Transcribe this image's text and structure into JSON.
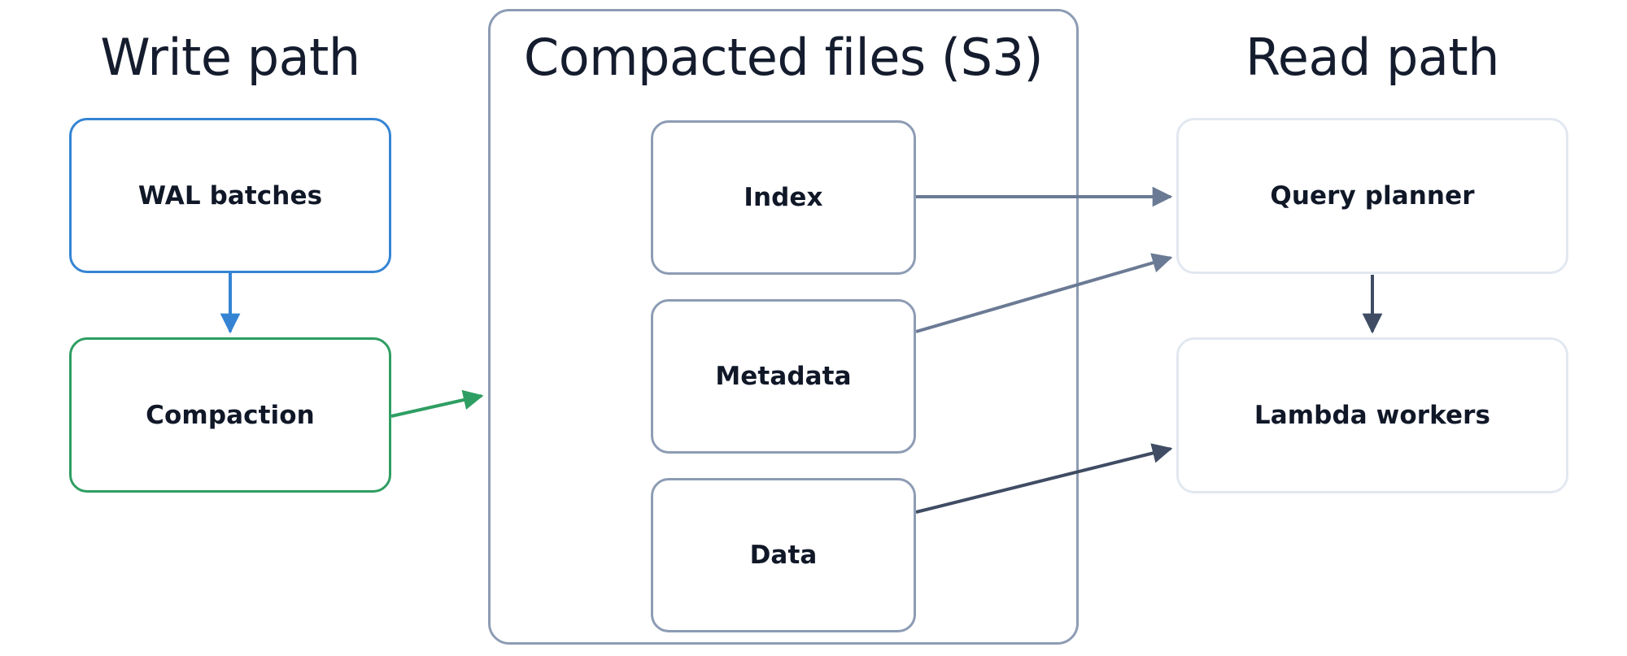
{
  "diagram": {
    "title_write_path": "Write path",
    "title_compacted_files": "Compacted files (S3)",
    "title_read_path": "Read path",
    "colors": {
      "write_wal_border": "#3584d4",
      "write_compaction_border": "#2e9e62",
      "s3_border": "#8d9cb4",
      "read_box_border": "#e2e8f0",
      "arrow_wal_to_compaction": "#3584d4",
      "arrow_compaction_to_s3": "#2e9e62",
      "arrow_s3_to_read": "#6b7a94",
      "arrow_planner_to_lambda": "#3f4c63",
      "label_text": "#101828",
      "title_text": "#141c2e",
      "background": "#ffffff"
    },
    "nodes": [
      {
        "id": "wal",
        "label": "WAL batches",
        "group": "write"
      },
      {
        "id": "compaction",
        "label": "Compaction",
        "group": "write"
      },
      {
        "id": "index",
        "label": "Index",
        "group": "s3"
      },
      {
        "id": "metadata",
        "label": "Metadata",
        "group": "s3"
      },
      {
        "id": "data",
        "label": "Data",
        "group": "s3"
      },
      {
        "id": "query_planner",
        "label": "Query planner",
        "group": "read"
      },
      {
        "id": "lambda",
        "label": "Lambda workers",
        "group": "read"
      }
    ],
    "edges": [
      {
        "from": "wal",
        "to": "compaction",
        "style": "straight-down",
        "color": "#3584d4"
      },
      {
        "from": "compaction",
        "to": "s3_group",
        "style": "straight-right",
        "color": "#2e9e62"
      },
      {
        "from": "index",
        "to": "query_planner",
        "style": "straight-right",
        "color": "#6b7a94"
      },
      {
        "from": "metadata",
        "to": "query_planner",
        "style": "diagonal-up",
        "color": "#6b7a94"
      },
      {
        "from": "data",
        "to": "lambda",
        "style": "diagonal-up",
        "color": "#3f4c63"
      },
      {
        "from": "query_planner",
        "to": "lambda",
        "style": "straight-down",
        "color": "#3f4c63"
      }
    ]
  }
}
